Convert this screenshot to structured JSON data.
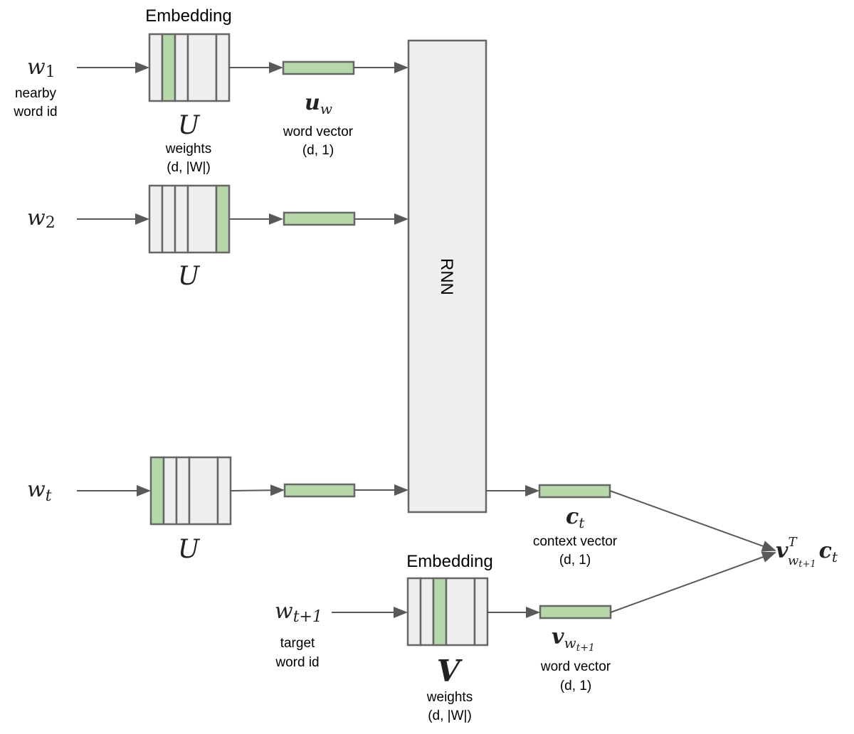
{
  "diagram": {
    "inputs": {
      "w1": {
        "symbol": "w",
        "sub": "1",
        "caption": [
          "nearby",
          "word id"
        ]
      },
      "w2": {
        "symbol": "w",
        "sub": "2"
      },
      "wt": {
        "symbol": "w",
        "sub": "t"
      },
      "wt1": {
        "symbol": "w",
        "sub": "t+1",
        "caption": [
          "target",
          "word id"
        ]
      }
    },
    "embeddings": {
      "top_title": "Embedding",
      "bottom_title": "Embedding",
      "U_label": "U",
      "V_label": "V",
      "weights_caption": [
        "weights",
        "(d, |W|)"
      ],
      "green_column_index": {
        "u1": 1,
        "u2": 4,
        "ut": 0,
        "v": 2
      }
    },
    "vectors": {
      "uw": {
        "symbol": "u",
        "sub": "w",
        "caption": [
          "word vector",
          "(d, 1)"
        ]
      },
      "ct": {
        "symbol": "c",
        "sub": "t",
        "caption": [
          "context vector",
          "(d, 1)"
        ]
      },
      "vwt1": {
        "symbol": "v",
        "sub": "w",
        "subsub": "t+1",
        "caption": [
          "word vector",
          "(d, 1)"
        ]
      }
    },
    "rnn_label": "RNN",
    "output": {
      "v": "v",
      "sup": "T",
      "sub": "w",
      "subsub": "t+1",
      "c": "c",
      "csub": "t"
    },
    "colors": {
      "box_fill": "#eeeeee",
      "highlight_fill": "#b6d7a8",
      "stroke": "#666666",
      "arrow": "#595959"
    }
  }
}
